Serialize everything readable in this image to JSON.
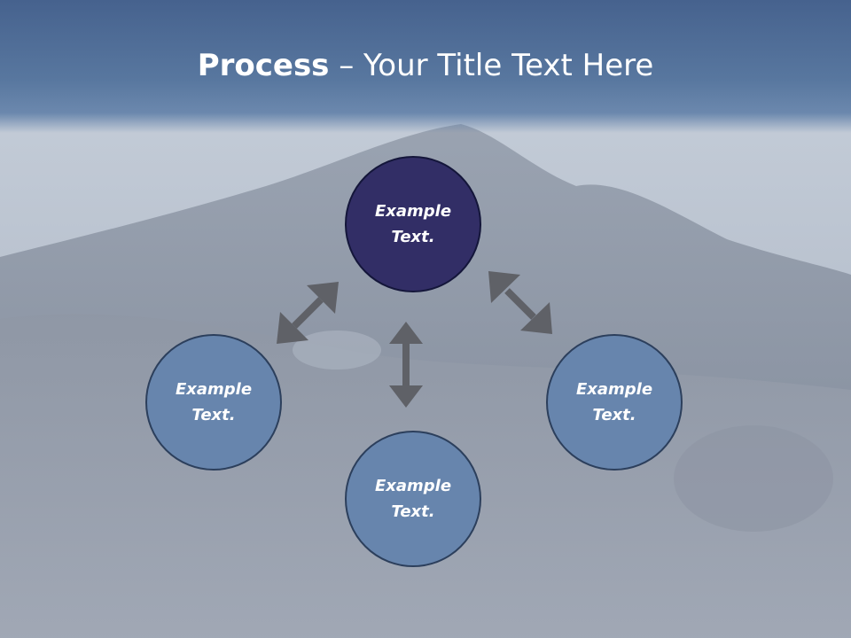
{
  "slide": {
    "title_bold": "Process",
    "title_rest": " – Your Title Text Here"
  },
  "nodes": {
    "top": {
      "line1": "Example",
      "line2": "Text."
    },
    "left": {
      "line1": "Example",
      "line2": "Text."
    },
    "right": {
      "line1": "Example",
      "line2": "Text."
    },
    "bottom": {
      "line1": "Example",
      "line2": "Text."
    }
  },
  "colors": {
    "title_band": "#4f6c98",
    "node_fill": "#6785ad",
    "node_highlight_fill": "#322e66",
    "arrow": "#5f6167"
  }
}
